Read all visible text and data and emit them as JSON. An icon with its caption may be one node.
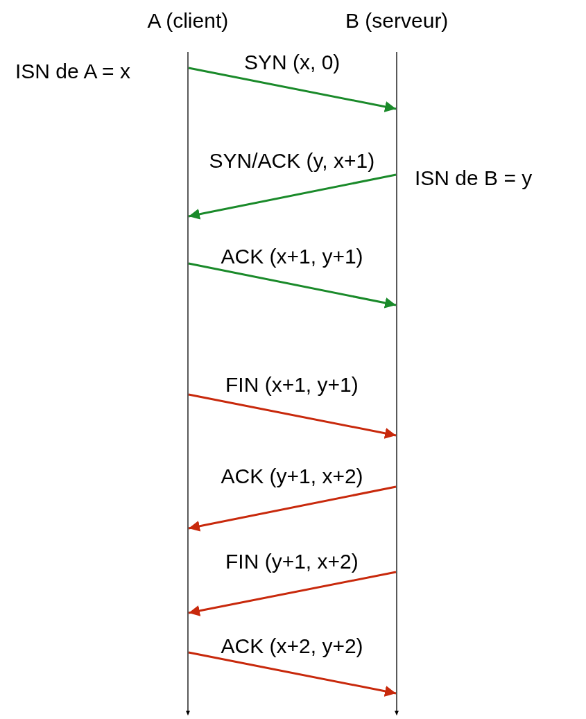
{
  "diagram": {
    "nodes": [
      {
        "text": [
          "A (client)"
        ]
      },
      {
        "text": [
          "B (serveur)"
        ]
      }
    ],
    "edges": [
      {
        "from": 0,
        "to": 1,
        "arrow": "to",
        "label": "SYN (x, 0)",
        "color": "#1a8a2a"
      },
      {
        "from": 1,
        "to": 0,
        "arrow": "to",
        "label": "SYN/ACK (y, x+1)",
        "color": "#1a8a2a"
      },
      {
        "from": 0,
        "to": 1,
        "arrow": "to",
        "label": "ACK (x+1, y+1)",
        "color": "#1a8a2a"
      },
      {
        "from": 0,
        "to": 1,
        "arrow": "to",
        "label": "FIN (x+1, y+1)",
        "color": "#c8290c"
      },
      {
        "from": 1,
        "to": 0,
        "arrow": "to",
        "label": "ACK (y+1, x+2)",
        "color": "#c8290c"
      },
      {
        "from": 1,
        "to": 0,
        "arrow": "to",
        "label": "FIN (y+1, x+2)",
        "color": "#c8290c"
      },
      {
        "from": 0,
        "to": 1,
        "arrow": "to",
        "label": "ACK (x+2, y+2)",
        "color": "#c8290c"
      }
    ],
    "labels": [
      "ISN de A = x",
      "ISN de B = y"
    ]
  }
}
